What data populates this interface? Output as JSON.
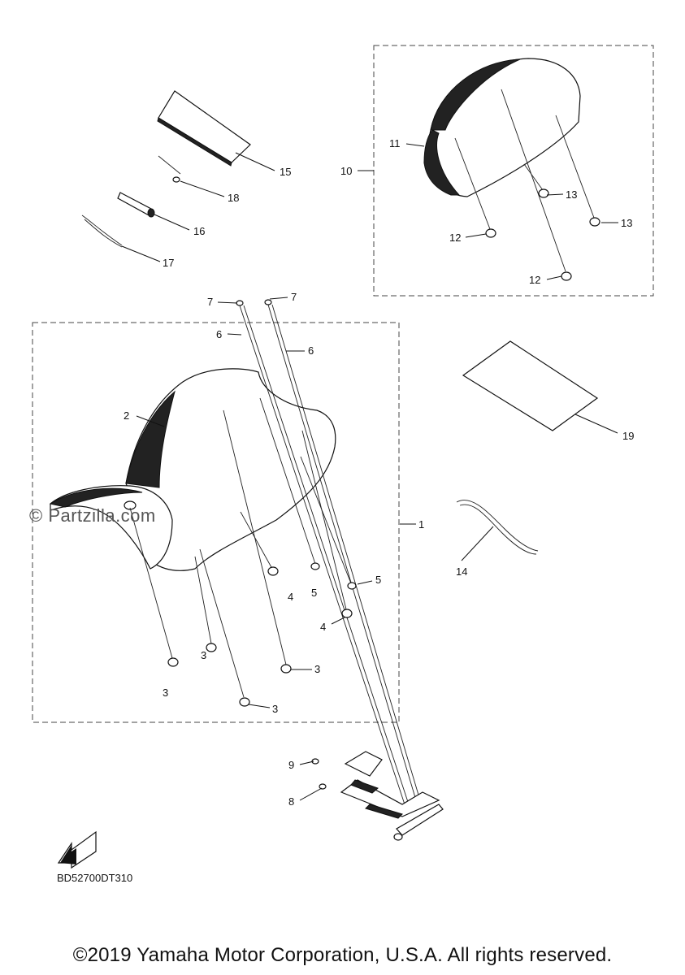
{
  "diagram": {
    "code": "BD52700DT310",
    "copyright": "©2019 Yamaha Motor Corporation, U.S.A. All rights reserved.",
    "watermark": "© Partzilla.com",
    "callouts": {
      "c1": "1",
      "c2": "2",
      "c3a": "3",
      "c3b": "3",
      "c3c": "3",
      "c3d": "3",
      "c4a": "4",
      "c4b": "4",
      "c5a": "5",
      "c5b": "5",
      "c6a": "6",
      "c6b": "6",
      "c7a": "7",
      "c7b": "7",
      "c8": "8",
      "c9": "9",
      "c10": "10",
      "c11": "11",
      "c12a": "12",
      "c12b": "12",
      "c13a": "13",
      "c13b": "13",
      "c14": "14",
      "c15": "15",
      "c16": "16",
      "c17": "17",
      "c18": "18",
      "c19": "19"
    }
  }
}
